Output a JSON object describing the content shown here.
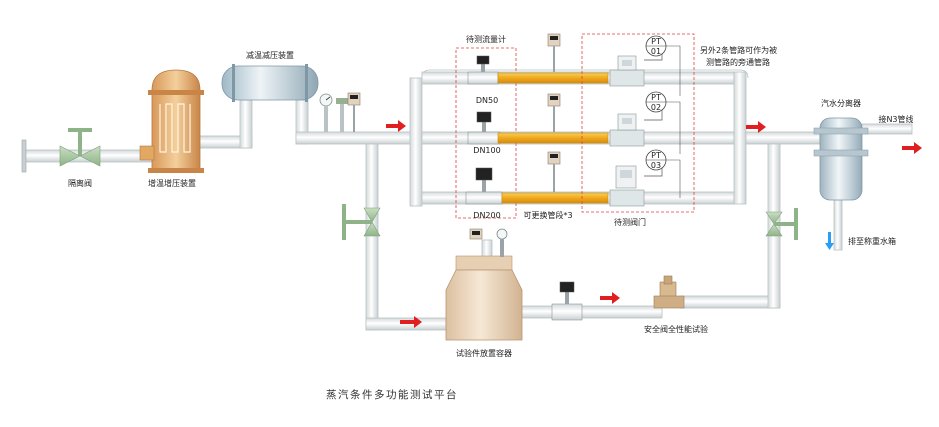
{
  "labels": {
    "isolation_valve": "隔离阀",
    "heater": "增温增压装置",
    "desuperheater": "减温减压装置",
    "meter_group": "待测流量计",
    "dn50": "DN50",
    "dn100": "DN100",
    "dn200": "DN200",
    "replaceable": "可更换管段*3",
    "valves_under_test": "待测阀门",
    "bypass_note_line1": "另外2条管路可作为被",
    "bypass_note_line2": "测管路的旁通管路",
    "pt1_a": "PT",
    "pt1_b": "01",
    "pt2_a": "PT",
    "pt2_b": "02",
    "pt3_a": "PT",
    "pt3_b": "03",
    "separator": "汽水分离器",
    "outlet": "接N3管线",
    "drain": "排至称重水箱",
    "vessel": "试验件放置容器",
    "safety_valve": "安全阀全性能试验",
    "caption": "蒸汽条件多功能测试平台"
  },
  "colors": {
    "pipe": "#e9ecec",
    "pipe_edge": "#b9c2c4",
    "valve": "#a8c8a0",
    "heater": "#e9b87a",
    "vessel": "#ead4ba",
    "spool": "#f0b429",
    "flow_arrow": "#e02020",
    "drain_arrow": "#2a9df4",
    "dashed_box": "#e04040"
  },
  "icons": [
    "valve-icon",
    "flow-arrow-icon",
    "gauge-icon",
    "transmitter-icon",
    "flowmeter-icon",
    "pressure-tag-icon"
  ]
}
